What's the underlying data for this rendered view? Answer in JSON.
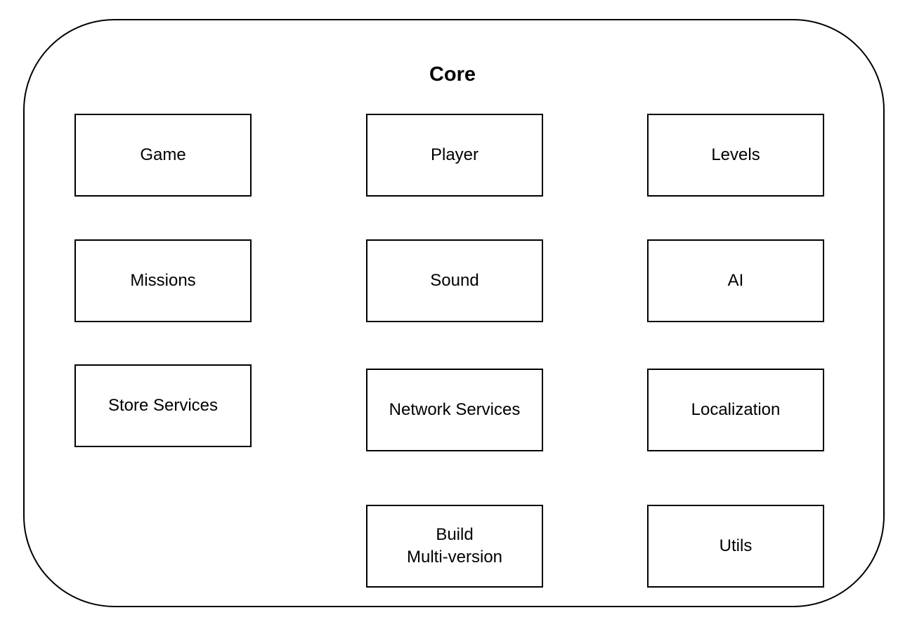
{
  "diagram": {
    "title": "Core",
    "modules": {
      "game": "Game",
      "player": "Player",
      "levels": "Levels",
      "missions": "Missions",
      "sound": "Sound",
      "ai": "AI",
      "store_services": "Store Services",
      "network_services": "Network Services",
      "localization": "Localization",
      "build_multiversion": "Build\nMulti-version",
      "utils": "Utils"
    }
  }
}
